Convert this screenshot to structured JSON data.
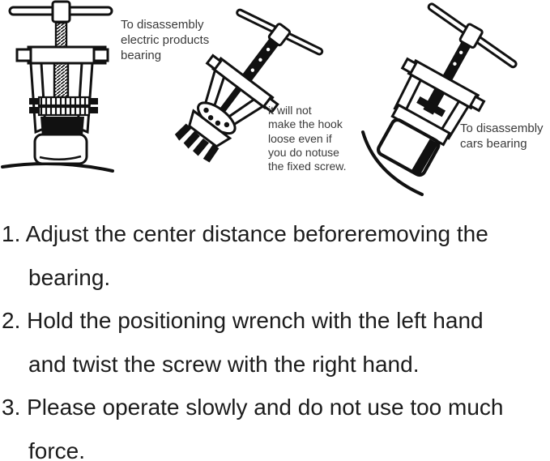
{
  "colors": {
    "background": "#ffffff",
    "ink": "#111111",
    "annotation_text": "#3a3a3a",
    "instruction_text": "#1c1c1c"
  },
  "figures": {
    "left": {
      "icon": "vertical-bearing-puller-drawing"
    },
    "middle": {
      "icon": "tilted-bearing-puller-on-gear-drawing"
    },
    "right": {
      "icon": "tilted-bearing-puller-on-shaft-drawing"
    }
  },
  "annotations": {
    "electric": {
      "lines": [
        "To disassembly",
        "electric products",
        "bearing"
      ]
    },
    "hook": {
      "lines": [
        "it will not",
        "make the hook",
        "loose even if",
        "you do notuse",
        "the fixed screw."
      ]
    },
    "cars": {
      "lines": [
        "To disassembly",
        "cars bearing"
      ]
    }
  },
  "instructions": {
    "lines": [
      "1. Adjust the center distance beforeremoving the",
      "bearing.",
      "2. Hold the positioning wrench with the left hand",
      "and twist the screw with the right hand.",
      "3. Please operate slowly and do not use too much",
      "force."
    ]
  }
}
